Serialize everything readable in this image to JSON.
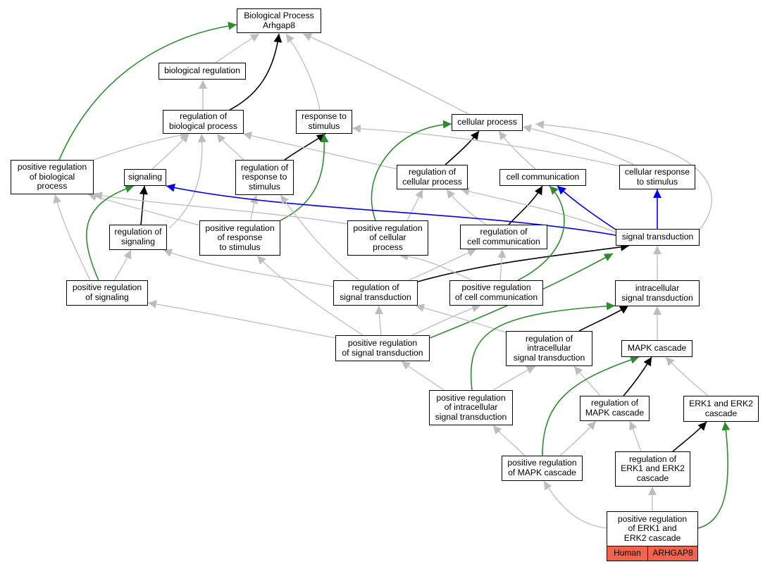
{
  "nodes": {
    "bp": {
      "lines": [
        "Biological Process",
        "Arhgap8"
      ]
    },
    "biolreg": {
      "lines": [
        "biological regulation"
      ]
    },
    "regbp": {
      "lines": [
        "regulation of",
        "biological process"
      ]
    },
    "respstim": {
      "lines": [
        "response to",
        "stimulus"
      ]
    },
    "cellproc": {
      "lines": [
        "cellular process"
      ]
    },
    "posregbp": {
      "lines": [
        "positive regulation",
        "of biological",
        "process"
      ]
    },
    "signaling": {
      "lines": [
        "signaling"
      ]
    },
    "regresp": {
      "lines": [
        "regulation of",
        "response to",
        "stimulus"
      ]
    },
    "regcp": {
      "lines": [
        "regulation of",
        "cellular process"
      ]
    },
    "cellcomm": {
      "lines": [
        "cell communication"
      ]
    },
    "cellresp": {
      "lines": [
        "cellular response",
        "to stimulus"
      ]
    },
    "regsig": {
      "lines": [
        "regulation of",
        "signaling"
      ]
    },
    "posregresp": {
      "lines": [
        "positive regulation",
        "of response",
        "to stimulus"
      ]
    },
    "posregcp": {
      "lines": [
        "positive regulation",
        "of cellular",
        "process"
      ]
    },
    "regcc": {
      "lines": [
        "regulation of",
        "cell communication"
      ]
    },
    "sigtrans": {
      "lines": [
        "signal transduction"
      ]
    },
    "posregsig": {
      "lines": [
        "positive regulation",
        "of signaling"
      ]
    },
    "regst": {
      "lines": [
        "regulation of",
        "signal transduction"
      ]
    },
    "posregcc": {
      "lines": [
        "positive regulation",
        "of cell communication"
      ]
    },
    "intrast": {
      "lines": [
        "intracellular",
        "signal transduction"
      ]
    },
    "posregst": {
      "lines": [
        "positive regulation",
        "of signal transduction"
      ]
    },
    "regist": {
      "lines": [
        "regulation of",
        "intracellular",
        "signal transduction"
      ]
    },
    "mapk": {
      "lines": [
        "MAPK cascade"
      ]
    },
    "posregist": {
      "lines": [
        "positive regulation",
        "of intracellular",
        "signal transduction"
      ]
    },
    "regmapk": {
      "lines": [
        "regulation of",
        "MAPK cascade"
      ]
    },
    "erk": {
      "lines": [
        "ERK1 and ERK2",
        "cascade"
      ]
    },
    "posregmapk": {
      "lines": [
        "positive regulation",
        "of MAPK cascade"
      ]
    },
    "regerk": {
      "lines": [
        "regulation of",
        "ERK1 and ERK2",
        "cascade"
      ]
    },
    "posregerk": {
      "lines": [
        "positive regulation",
        "of ERK1 and",
        "ERK2 cascade"
      ]
    }
  },
  "annotation": {
    "organism": "Human",
    "gene": "ARHGAP8",
    "color": "#f2634e"
  },
  "edge_colors": {
    "is_a": "#bdbdbd",
    "regulates": "#000000",
    "positively_regulates": "#2e8b2e",
    "part_of": "#0000ee"
  },
  "edges": [
    {
      "from": "biolreg",
      "to": "bp",
      "type": "is_a"
    },
    {
      "from": "regbp",
      "to": "biolreg",
      "type": "is_a"
    },
    {
      "from": "regbp",
      "to": "bp",
      "type": "regulates"
    },
    {
      "from": "respstim",
      "to": "bp",
      "type": "is_a"
    },
    {
      "from": "cellproc",
      "to": "bp",
      "type": "is_a"
    },
    {
      "from": "posregbp",
      "to": "bp",
      "type": "positively_regulates"
    },
    {
      "from": "posregbp",
      "to": "regbp",
      "type": "is_a"
    },
    {
      "from": "signaling",
      "to": "regbp",
      "type": "is_a"
    },
    {
      "from": "regresp",
      "to": "regbp",
      "type": "is_a"
    },
    {
      "from": "regresp",
      "to": "respstim",
      "type": "regulates"
    },
    {
      "from": "regcp",
      "to": "regbp",
      "type": "is_a"
    },
    {
      "from": "regcp",
      "to": "cellproc",
      "type": "regulates"
    },
    {
      "from": "cellcomm",
      "to": "cellproc",
      "type": "is_a"
    },
    {
      "from": "cellresp",
      "to": "respstim",
      "type": "is_a"
    },
    {
      "from": "cellresp",
      "to": "cellproc",
      "type": "is_a"
    },
    {
      "from": "regsig",
      "to": "regbp",
      "type": "is_a"
    },
    {
      "from": "regsig",
      "to": "signaling",
      "type": "regulates"
    },
    {
      "from": "posregresp",
      "to": "regresp",
      "type": "is_a"
    },
    {
      "from": "posregresp",
      "to": "respstim",
      "type": "positively_regulates"
    },
    {
      "from": "posregresp",
      "to": "posregbp",
      "type": "is_a"
    },
    {
      "from": "posregcp",
      "to": "regcp",
      "type": "is_a"
    },
    {
      "from": "posregcp",
      "to": "cellproc",
      "type": "positively_regulates"
    },
    {
      "from": "posregcp",
      "to": "posregbp",
      "type": "is_a"
    },
    {
      "from": "regcc",
      "to": "regcp",
      "type": "is_a"
    },
    {
      "from": "regcc",
      "to": "cellcomm",
      "type": "regulates"
    },
    {
      "from": "sigtrans",
      "to": "signaling",
      "type": "part_of"
    },
    {
      "from": "sigtrans",
      "to": "cellcomm",
      "type": "part_of"
    },
    {
      "from": "sigtrans",
      "to": "cellresp",
      "type": "part_of"
    },
    {
      "from": "sigtrans",
      "to": "cellproc",
      "type": "is_a"
    },
    {
      "from": "sigtrans",
      "to": "regcp",
      "type": "is_a"
    },
    {
      "from": "posregsig",
      "to": "posregbp",
      "type": "is_a"
    },
    {
      "from": "posregsig",
      "to": "regsig",
      "type": "is_a"
    },
    {
      "from": "posregsig",
      "to": "signaling",
      "type": "positively_regulates"
    },
    {
      "from": "regst",
      "to": "regsig",
      "type": "is_a"
    },
    {
      "from": "regst",
      "to": "regcc",
      "type": "is_a"
    },
    {
      "from": "regst",
      "to": "regresp",
      "type": "is_a"
    },
    {
      "from": "regst",
      "to": "sigtrans",
      "type": "regulates"
    },
    {
      "from": "posregcc",
      "to": "regcc",
      "type": "is_a"
    },
    {
      "from": "posregcc",
      "to": "posregcp",
      "type": "is_a"
    },
    {
      "from": "posregcc",
      "to": "cellcomm",
      "type": "positively_regulates"
    },
    {
      "from": "intrast",
      "to": "sigtrans",
      "type": "is_a"
    },
    {
      "from": "posregst",
      "to": "regst",
      "type": "is_a"
    },
    {
      "from": "posregst",
      "to": "posregsig",
      "type": "is_a"
    },
    {
      "from": "posregst",
      "to": "posregresp",
      "type": "is_a"
    },
    {
      "from": "posregst",
      "to": "posregcc",
      "type": "is_a"
    },
    {
      "from": "posregst",
      "to": "sigtrans",
      "type": "positively_regulates"
    },
    {
      "from": "regist",
      "to": "regst",
      "type": "is_a"
    },
    {
      "from": "regist",
      "to": "intrast",
      "type": "regulates"
    },
    {
      "from": "mapk",
      "to": "intrast",
      "type": "is_a"
    },
    {
      "from": "posregist",
      "to": "regist",
      "type": "is_a"
    },
    {
      "from": "posregist",
      "to": "posregst",
      "type": "is_a"
    },
    {
      "from": "posregist",
      "to": "intrast",
      "type": "positively_regulates"
    },
    {
      "from": "regmapk",
      "to": "regist",
      "type": "is_a"
    },
    {
      "from": "regmapk",
      "to": "mapk",
      "type": "regulates"
    },
    {
      "from": "erk",
      "to": "mapk",
      "type": "is_a"
    },
    {
      "from": "posregmapk",
      "to": "posregist",
      "type": "is_a"
    },
    {
      "from": "posregmapk",
      "to": "regmapk",
      "type": "is_a"
    },
    {
      "from": "posregmapk",
      "to": "mapk",
      "type": "positively_regulates"
    },
    {
      "from": "regerk",
      "to": "regmapk",
      "type": "is_a"
    },
    {
      "from": "regerk",
      "to": "erk",
      "type": "regulates"
    },
    {
      "from": "posregerk",
      "to": "regerk",
      "type": "is_a"
    },
    {
      "from": "posregerk",
      "to": "posregmapk",
      "type": "is_a"
    },
    {
      "from": "posregerk",
      "to": "erk",
      "type": "positively_regulates"
    }
  ]
}
